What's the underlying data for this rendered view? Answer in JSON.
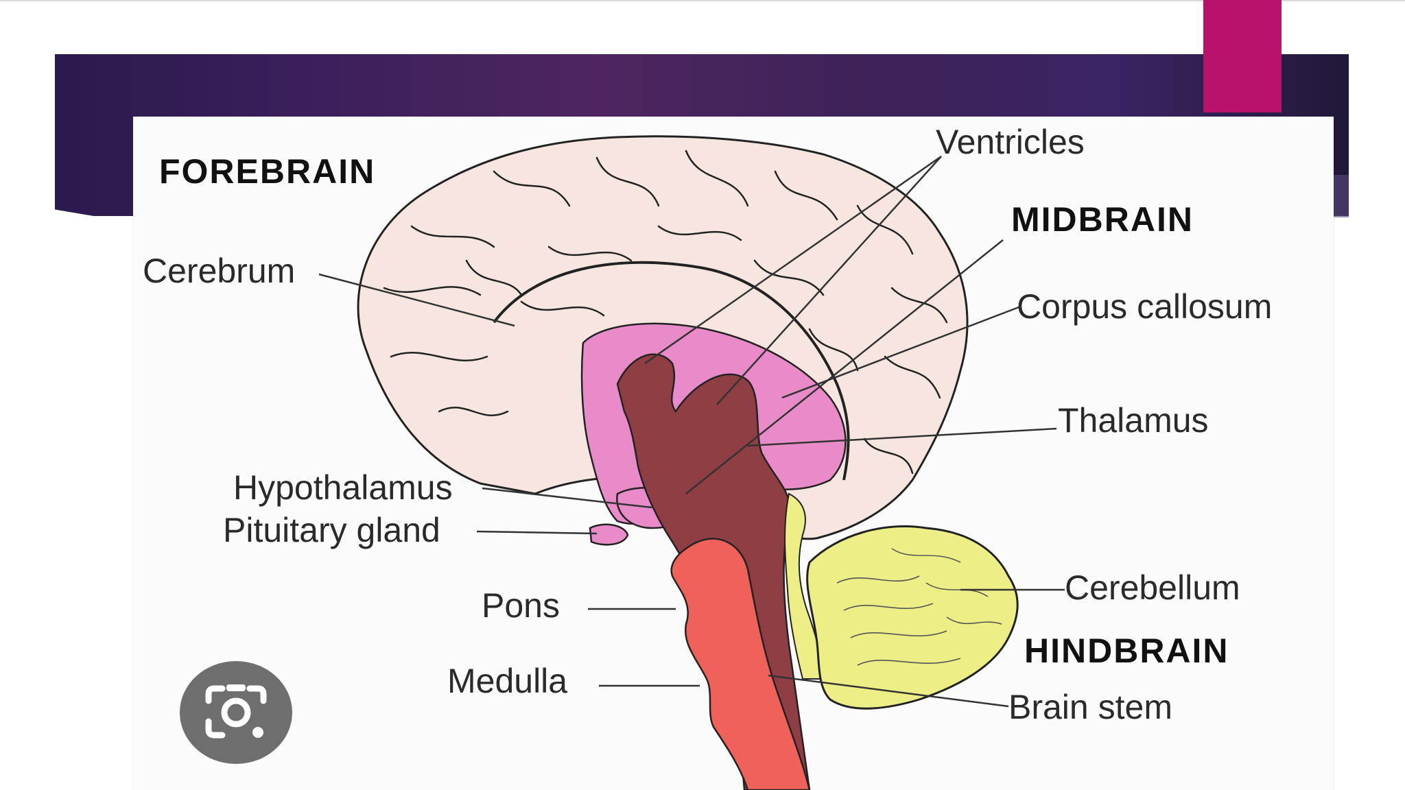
{
  "slide": {
    "colors": {
      "banner": "#3b1f5c",
      "accent": "#b8126a",
      "cerebrum": "#f7e6df",
      "limbic": "#e98bc8",
      "midbrain": "#8f3e43",
      "pons_medulla": "#f0615a",
      "cerebellum": "#eeee86"
    }
  },
  "diagram": {
    "region_labels": {
      "forebrain": "FOREBRAIN",
      "midbrain": "MIDBRAIN",
      "hindbrain": "HINDBRAIN"
    },
    "part_labels": {
      "ventricles": "Ventricles",
      "cerebrum": "Cerebrum",
      "corpus_callosum": "Corpus callosum",
      "thalamus": "Thalamus",
      "hypothalamus": "Hypothalamus",
      "pituitary_gland": "Pituitary gland",
      "pons": "Pons",
      "cerebellum": "Cerebellum",
      "medulla": "Medulla",
      "brain_stem": "Brain stem"
    }
  },
  "overlay": {
    "lens_icon": "visual-search-camera-icon"
  }
}
